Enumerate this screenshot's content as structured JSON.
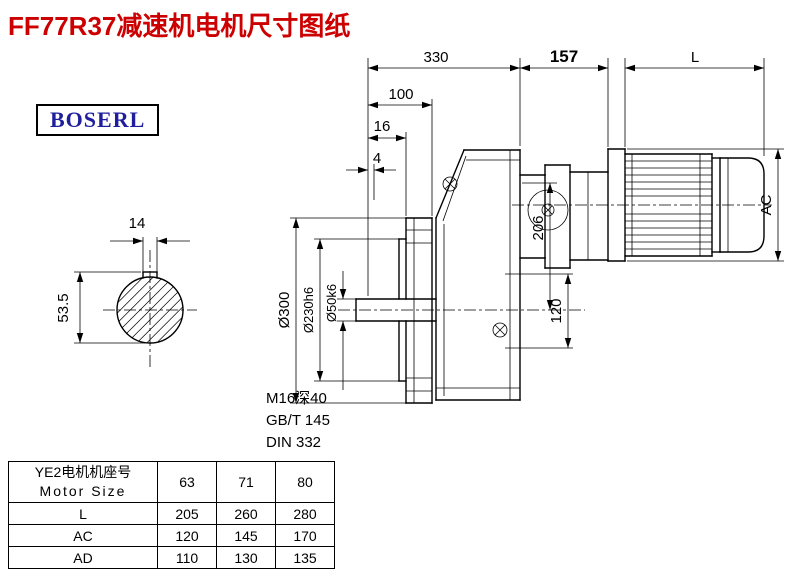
{
  "title": "FF77R37减速机电机尺寸图纸",
  "logo": "BOSERL",
  "drawing": {
    "dims": {
      "len330": "330",
      "len157": "157",
      "lenL": "L",
      "len100": "100",
      "len16": "16",
      "len4": "4",
      "key14": "14",
      "key535": "53.5",
      "dia300": "Ø300",
      "dia230": "Ø230h6",
      "dia50": "Ø50k6",
      "h206": "206",
      "h120": "120",
      "ac": "AC"
    },
    "notes": [
      "M16深40",
      "GB/T 145",
      "DIN 332"
    ]
  },
  "table": {
    "header": {
      "line1": "YE2电机机座号",
      "line2": "Motor Size"
    },
    "sizes": [
      "63",
      "71",
      "80"
    ],
    "rows": [
      {
        "label": "L",
        "values": [
          "205",
          "260",
          "280"
        ]
      },
      {
        "label": "AC",
        "values": [
          "120",
          "145",
          "170"
        ]
      },
      {
        "label": "AD",
        "values": [
          "110",
          "130",
          "135"
        ]
      }
    ]
  }
}
